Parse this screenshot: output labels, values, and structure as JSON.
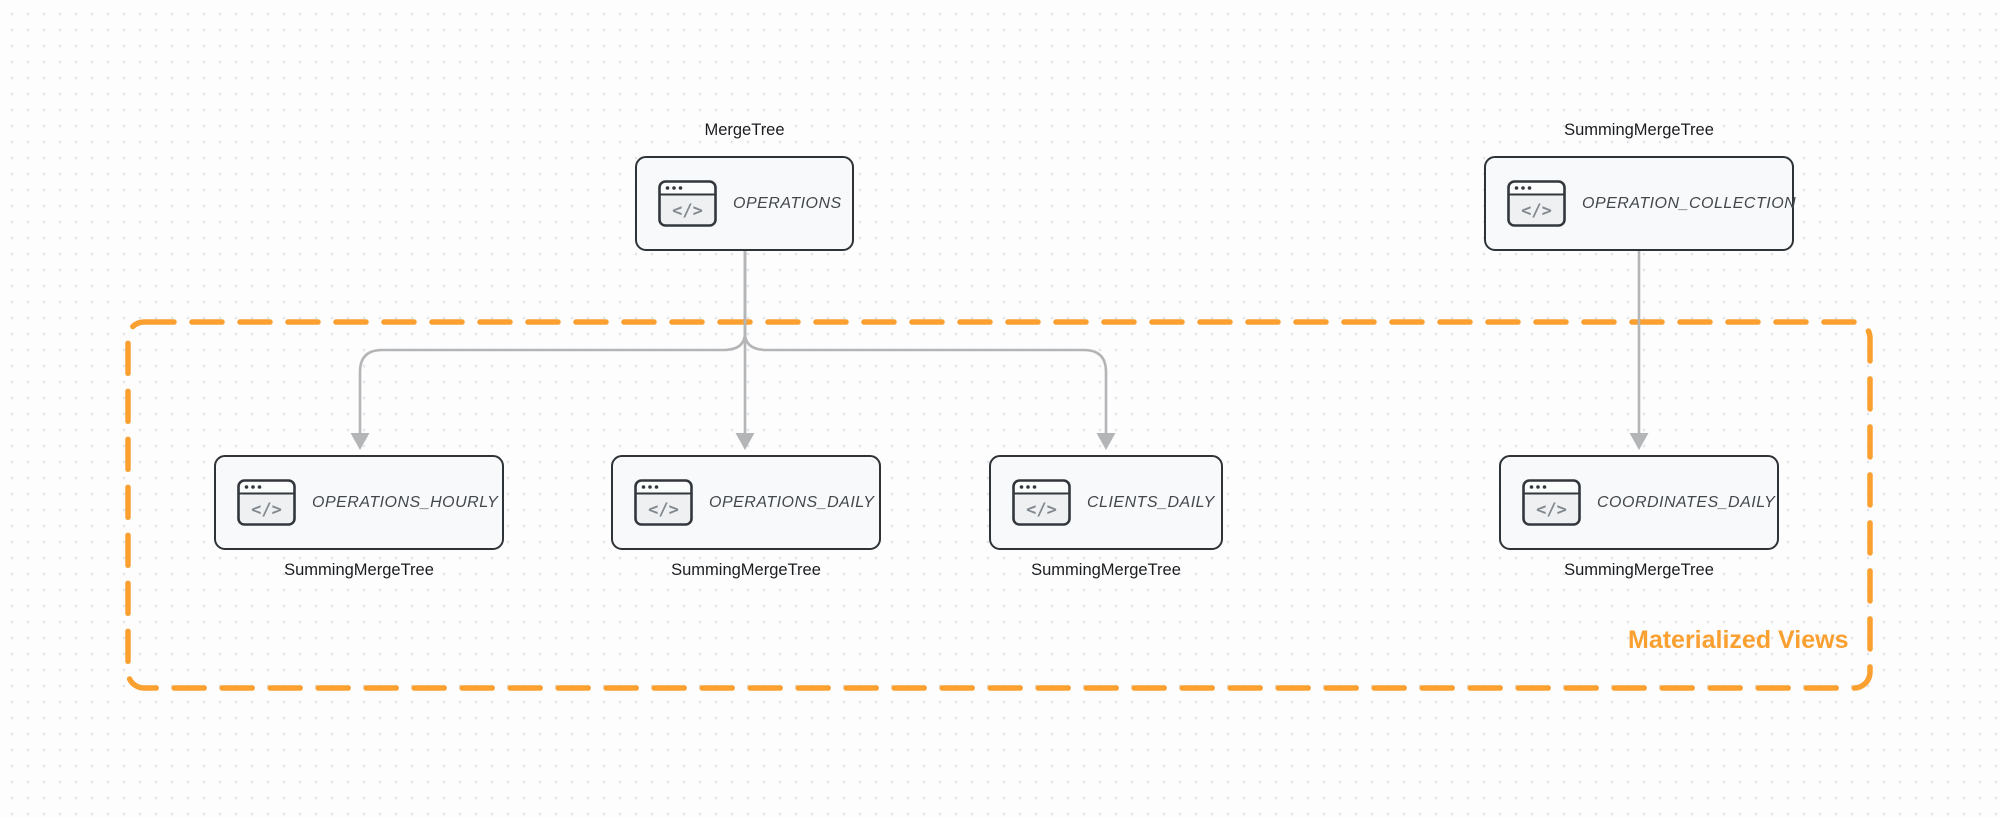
{
  "group": {
    "label": "Materialized Views"
  },
  "colors": {
    "accent": "#f9a031",
    "edge": "#b4b5b7",
    "node_border": "#2e3337",
    "node_fill": "#f8f9fa",
    "canvas_bg": "#fdfdfe",
    "dot_grid": "#e3e5e8"
  },
  "nodes": [
    {
      "id": "operations",
      "table": "OPERATIONS",
      "engine": "MergeTree",
      "engine_position": "above",
      "icon": "code-window-icon"
    },
    {
      "id": "operation-collection",
      "table": "OPERATION_COLLECTION",
      "engine": "SummingMergeTree",
      "engine_position": "above",
      "icon": "code-window-icon"
    },
    {
      "id": "operations-hourly",
      "table": "OPERATIONS_HOURLY",
      "engine": "SummingMergeTree",
      "engine_position": "below",
      "icon": "code-window-icon"
    },
    {
      "id": "operations-daily",
      "table": "OPERATIONS_DAILY",
      "engine": "SummingMergeTree",
      "engine_position": "below",
      "icon": "code-window-icon"
    },
    {
      "id": "clients-daily",
      "table": "CLIENTS_DAILY",
      "engine": "SummingMergeTree",
      "engine_position": "below",
      "icon": "code-window-icon"
    },
    {
      "id": "coordinates-daily",
      "table": "COORDINATES_DAILY",
      "engine": "SummingMergeTree",
      "engine_position": "below",
      "icon": "code-window-icon"
    }
  ],
  "edges": [
    {
      "from": "operations",
      "to": "operations-hourly"
    },
    {
      "from": "operations",
      "to": "operations-daily"
    },
    {
      "from": "operations",
      "to": "clients-daily"
    },
    {
      "from": "operation-collection",
      "to": "coordinates-daily"
    }
  ],
  "icon_glyph": "</>"
}
